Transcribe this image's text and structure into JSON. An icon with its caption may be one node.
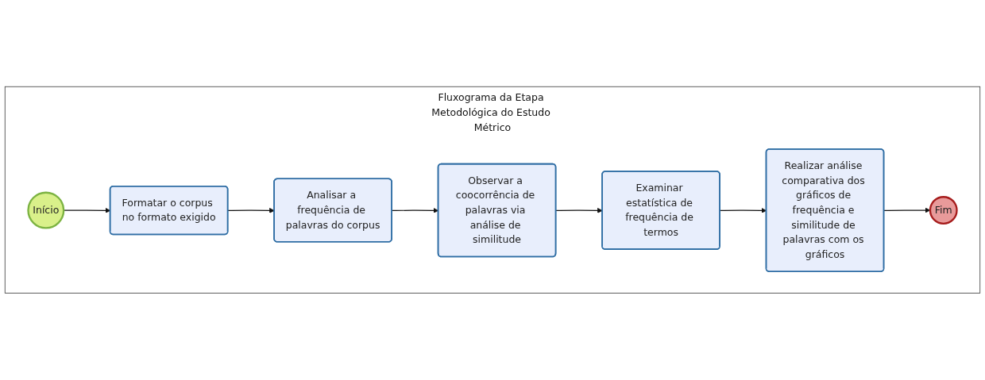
{
  "diagram": {
    "nodes": [
      {
        "text": [
          "Fluxograma da Etapa Metodológica do Estudo Métrico"
        ]
      },
      {
        "text": [
          "Início"
        ],
        "in": 0
      },
      {
        "text": [
          "Formatar o corpus no formato exigido"
        ],
        "in": 0
      },
      {
        "text": [
          "Analisar a frequência de palavras do corpus"
        ],
        "in": 0
      },
      {
        "text": [
          "Observar a coocorrência de palavras via análise de similitude"
        ],
        "in": 0
      },
      {
        "text": [
          "Examinar estatística de frequência de termos"
        ],
        "in": 0
      },
      {
        "text": [
          "Realizar análise comparativa dos gráficos de frequência e similitude de palavras com os gráficos"
        ],
        "in": 0
      },
      {
        "text": [
          "Fim"
        ],
        "in": 0
      }
    ],
    "edges": [
      {
        "from": 1,
        "to": 2,
        "arrow": "to"
      },
      {
        "from": 2,
        "to": 3,
        "arrow": "to"
      },
      {
        "from": 3,
        "to": 4,
        "arrow": "to"
      },
      {
        "from": 4,
        "to": 5,
        "arrow": "to"
      },
      {
        "from": 5,
        "to": 6,
        "arrow": "to"
      },
      {
        "from": 6,
        "to": 7,
        "arrow": "to"
      }
    ]
  }
}
